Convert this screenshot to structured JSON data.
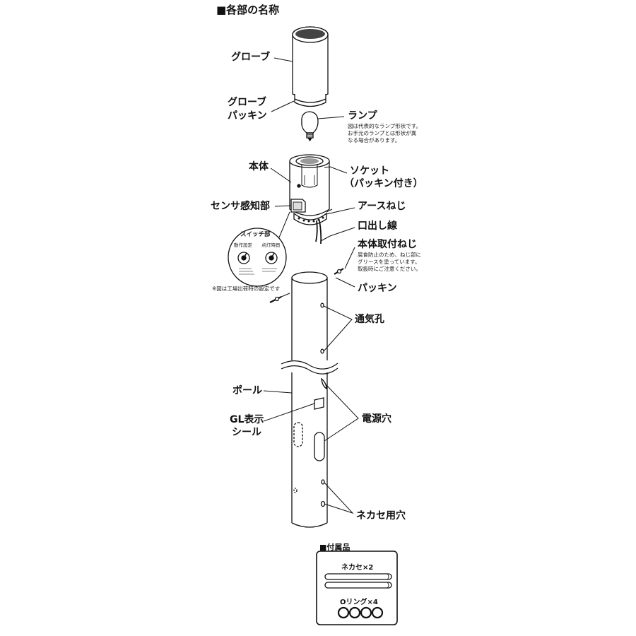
{
  "title": "■各部の名称",
  "labels": {
    "globe": "グローブ",
    "globe_packing_1": "グローブ",
    "globe_packing_2": "パッキン",
    "lamp": "ランプ",
    "lamp_note_1": "図は代表的なランプ形状です。",
    "lamp_note_2": "お手元のランプとは形状が異",
    "lamp_note_3": "なる場合があります。",
    "body": "本体",
    "socket_1": "ソケット",
    "socket_2": "（パッキン付き）",
    "sensor": "センサ感知部",
    "earth_screw": "アースねじ",
    "lead_wire": "口出し線",
    "body_screw": "本体取付ねじ",
    "screw_note_1": "腐食防止のため、ねじ部に",
    "screw_note_2": "グリースを塗っています。",
    "screw_note_3": "取扱時にご注意ください。",
    "packing": "パッキン",
    "vent_hole": "通気孔",
    "pole": "ポール",
    "gl_seal_1": "GL表示",
    "gl_seal_2": "シール",
    "power_hole": "電源穴",
    "nekase_hole": "ネカセ用穴",
    "factory_note": "※図は工場出荷時の設定です"
  },
  "switch": {
    "title": "スイッチ部",
    "operation": "動作設定",
    "lighting_time": "点灯時間"
  },
  "accessories": {
    "title": "■付属品",
    "nekase": "ネカセ×2",
    "oring": "Oリング×4"
  }
}
